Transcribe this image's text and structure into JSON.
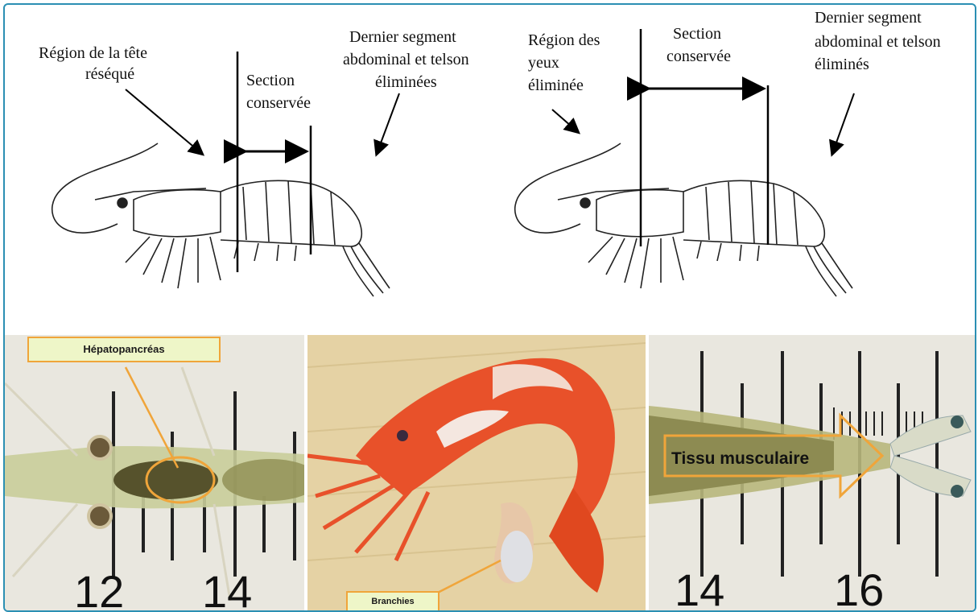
{
  "diagram": {
    "left": {
      "head_label": [
        "Région de la tête",
        "réséqué"
      ],
      "section_label": [
        "Section",
        "conservée"
      ],
      "tail_label": [
        "Dernier segment",
        "abdominal et telson",
        "éliminées"
      ]
    },
    "right": {
      "eyes_label": [
        "Région des",
        "yeux",
        "éliminée"
      ],
      "section_label": [
        "Section",
        "conservée"
      ],
      "tail_label": [
        "Dernier segment",
        "abdominal et telson",
        "éliminés"
      ]
    }
  },
  "photos": {
    "left": {
      "callout": "Hépatopancréas",
      "ruler_numbers": [
        "12",
        "14"
      ]
    },
    "middle": {
      "callout": "Branchies"
    },
    "right": {
      "arrow_label": "Tissu musculaire",
      "ruler_numbers": [
        "14",
        "16"
      ]
    }
  },
  "colors": {
    "frame": "#2b8fb3",
    "callout_border": "#f0a53a",
    "callout_fill": "#eef6c8",
    "shrimp_cooked": "#e8512a"
  }
}
